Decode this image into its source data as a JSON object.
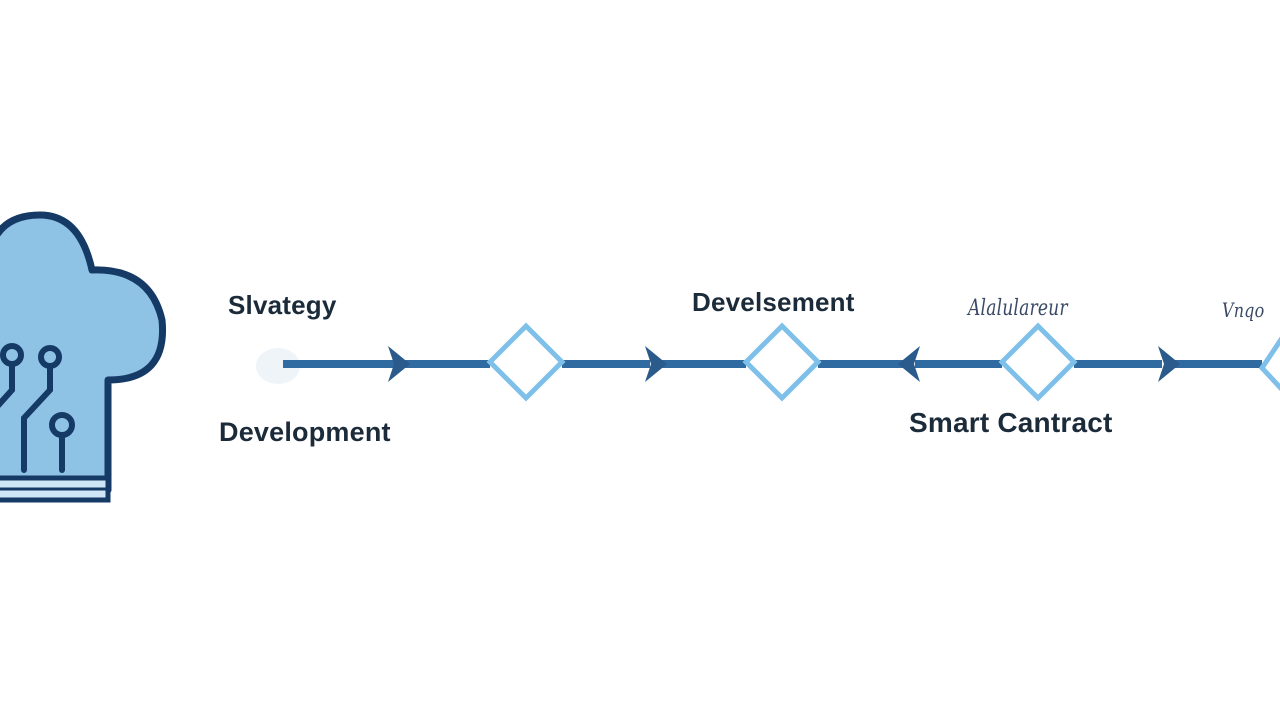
{
  "labels": {
    "strategy": "Slvategy",
    "development_left": "Development",
    "development_mid": "Develsement",
    "smart_contract": "Smart Cantract",
    "scribble_1": "Alalulareur",
    "scribble_2": "Vnqo"
  },
  "colors": {
    "line": "#2f6aa0",
    "arrow": "#2b5b8c",
    "diamond_stroke": "#7fc0ea",
    "cloud_fill": "#8ec3e6",
    "cloud_stroke": "#163a66",
    "text": "#1c2b3a"
  },
  "icons": {
    "left": "cloud-circuit-icon",
    "arrow": "arrowhead-right",
    "milestone": "diamond-milestone"
  }
}
